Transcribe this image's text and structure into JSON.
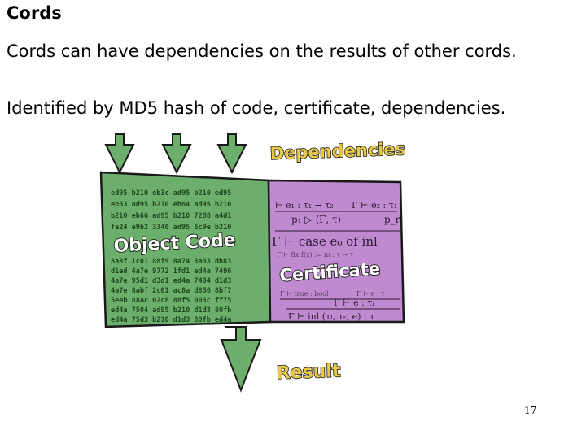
{
  "slide": {
    "title": "Cords",
    "bullets": [
      "Cords can have dependencies on the results of other cords.",
      "Identified by MD5 hash of code, certificate, dependencies."
    ],
    "page_number": "17"
  },
  "diagram": {
    "labels": {
      "dependencies": "Dependencies",
      "object_code": "Object Code",
      "certificate": "Certificate",
      "result": "Result"
    },
    "code_lines": [
      "ed95 b210 eb3c ad95 b210 ed95",
      "eb63 ad95 b210 eb64 ad95 b210",
      "b210 eb66 ad95 b210 7288 a4d1",
      "fe24 e9b2 3340 ad95 6c9e b210",
      "8a8f 1c01 88f9 8a74 3a33 db83",
      "d1ed 4a7e 9772 1fd1 ed4a 7496",
      "4a7e 95d1 d3d1 ed4a 7494 d1d3",
      "4a7e 8abf 2c01 ac8a d856 8bf7",
      "5eeb 88ac 02c8 88f5 003c ff75",
      "ed4a 7504 ad95 b210 d1d3 80fb",
      "ed4a 75d3 b210 d1d3 80fb ed4a"
    ],
    "certificate_lines": {
      "line1_left": "⊢ e₁ : τ₁ → τ₂",
      "line1_right": "Γ ⊢ e₂ : τ₁",
      "line2_left": "p₁ ▷ ⟨Γ, τ⟩",
      "line2_right": "p_r",
      "line3": "Γ ⊢ case e₀ of inl",
      "line4": "Γ ⊢ fix f(x) := m : τ → τ",
      "line5_left": "Γ ⊢ true : bool",
      "line5_right": "Γ ⊢ e : τ",
      "line6": "Γ ⊢ e : τₗ",
      "line7": "Γ ⊢ inl (τₗ, τᵣ, e) : τ"
    },
    "colors": {
      "code_green": "#6cae6c",
      "cert_purple": "#c08ad0",
      "label_yellow": "#e8c84a"
    }
  }
}
